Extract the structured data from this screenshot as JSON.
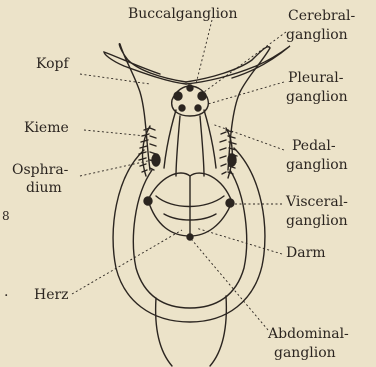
{
  "labels": {
    "buccal": "Buccalganglion",
    "cerebral_1": "Cerebral-",
    "cerebral_2": "ganglion",
    "kopf": "Kopf",
    "pleural_1": "Pleural-",
    "pleural_2": "ganglion",
    "kieme": "Kieme",
    "pedal_1": "Pedal-",
    "pedal_2": "ganglion",
    "osphra_1": "Osphra-",
    "osphra_2": "dium",
    "visceral_1": "Visceral-",
    "visceral_2": "ganglion",
    "darm": "Darm",
    "herz": "Herz",
    "abdominal_1": "Abdominal-",
    "abdominal_2": "ganglion",
    "margin_digit": "8",
    "margin_dot": "."
  }
}
